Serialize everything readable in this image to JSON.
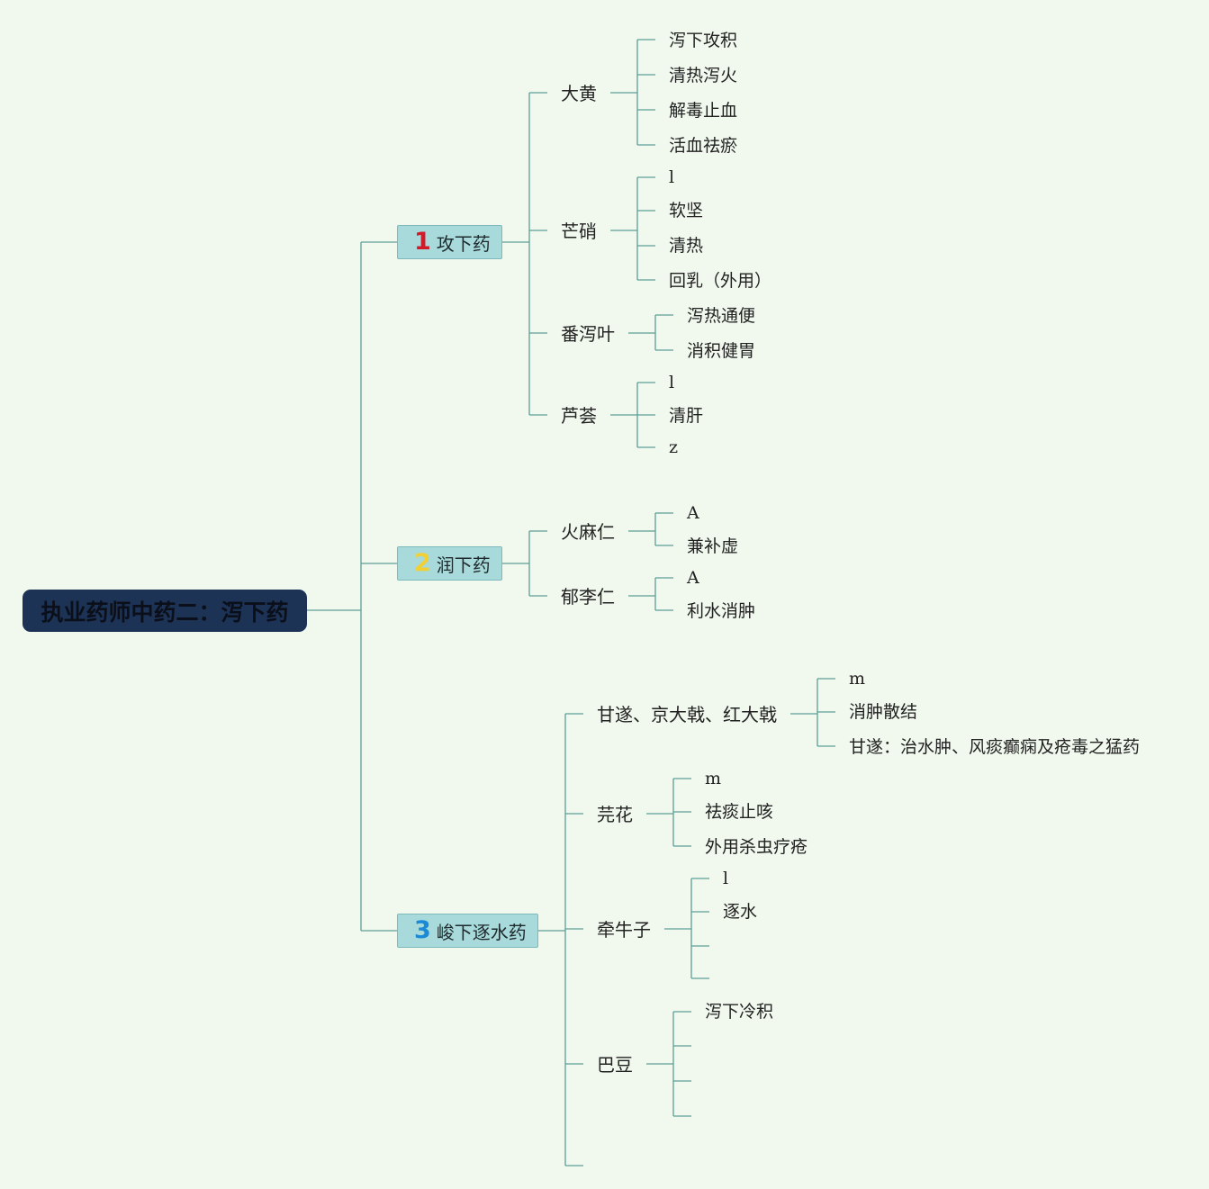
{
  "root": {
    "title": "执业药师中药二：泻下药"
  },
  "categories": [
    {
      "num": "1",
      "label": "攻下药",
      "num_color": "#d11a2a"
    },
    {
      "num": "2",
      "label": "润下药",
      "num_color": "#f2d034"
    },
    {
      "num": "3",
      "label": "峻下逐水药",
      "num_color": "#1a8ad6"
    }
  ],
  "herbs": {
    "dahuang": {
      "name": "大黄",
      "effects": [
        "泻下攻积",
        "清热泻火",
        "解毒止血",
        "活血祛瘀"
      ]
    },
    "mangxiao": {
      "name": "芒硝",
      "effects": [
        "l",
        "软坚",
        "清热",
        "回乳（外用）"
      ]
    },
    "fanxieye": {
      "name": "番泻叶",
      "effects": [
        "泻热通便",
        "消积健胃"
      ]
    },
    "luhui": {
      "name": "芦荟",
      "effects": [
        "l",
        "清肝",
        "z"
      ]
    },
    "huomaren": {
      "name": "火麻仁",
      "effects": [
        "A",
        "兼补虚"
      ]
    },
    "yuliren": {
      "name": "郁李仁",
      "effects": [
        "A",
        "利水消肿"
      ]
    },
    "gansui": {
      "name": "甘遂、京大戟、红大戟",
      "effects": [
        "m",
        "消肿散结",
        "甘遂：治水肿、风痰癫痫及疮毒之猛药"
      ]
    },
    "yuanhua": {
      "name": "芫花",
      "effects": [
        "m",
        "祛痰止咳",
        "外用杀虫疗疮"
      ]
    },
    "qianniuzi": {
      "name": "牵牛子",
      "effects": [
        "l",
        "逐水"
      ]
    },
    "badou": {
      "name": "巴豆",
      "effects": [
        "泻下冷积"
      ]
    }
  },
  "colors": {
    "connector": "#5d9e96",
    "root_fill": "#1d3356",
    "category_fill": "#a8dadb",
    "background": "#f1f9ee"
  }
}
